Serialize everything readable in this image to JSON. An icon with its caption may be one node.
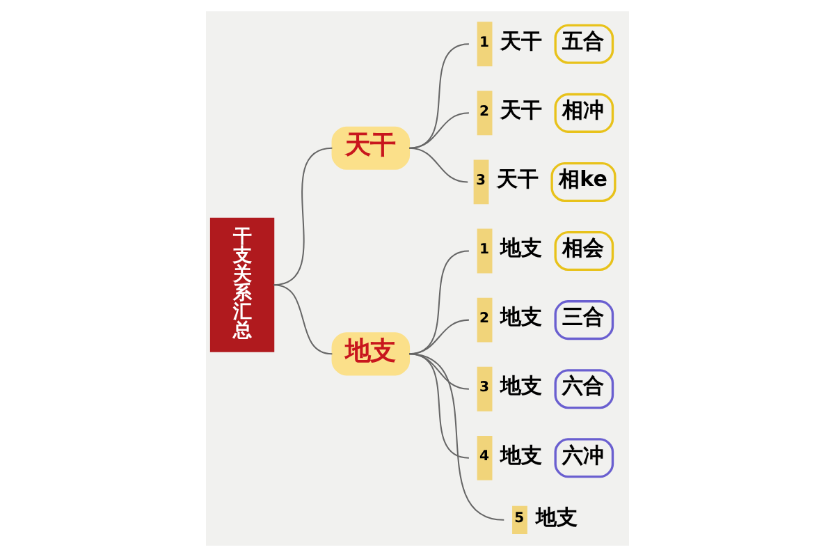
{
  "diagram": {
    "nodes": [
      {
        "text": [
          "干支关系汇总"
        ]
      },
      {
        "text": [
          "天干"
        ]
      },
      {
        "text": [
          "1",
          "天干",
          "五合"
        ]
      },
      {
        "text": [
          "2",
          "天干",
          "相冲"
        ]
      },
      {
        "text": [
          "3",
          "天干",
          "相ke"
        ]
      },
      {
        "text": [
          "地支"
        ]
      },
      {
        "text": [
          "1",
          "地支",
          "相会"
        ]
      },
      {
        "text": [
          "2",
          "地支",
          "三合"
        ]
      },
      {
        "text": [
          "3",
          "地支",
          "六合"
        ]
      },
      {
        "text": [
          "4",
          "地支",
          "六冲"
        ]
      },
      {
        "text": [
          "5",
          "地支"
        ]
      }
    ],
    "edges": [
      {
        "from": 0,
        "to": 1,
        "arrow": "none"
      },
      {
        "from": 0,
        "to": 5,
        "arrow": "none"
      },
      {
        "from": 1,
        "to": 2,
        "arrow": "none"
      },
      {
        "from": 1,
        "to": 3,
        "arrow": "none"
      },
      {
        "from": 1,
        "to": 4,
        "arrow": "none"
      },
      {
        "from": 5,
        "to": 6,
        "arrow": "none"
      },
      {
        "from": 5,
        "to": 7,
        "arrow": "none"
      },
      {
        "from": 5,
        "to": 8,
        "arrow": "none"
      },
      {
        "from": 5,
        "to": 9,
        "arrow": "none"
      },
      {
        "from": 5,
        "to": 10,
        "arrow": "none"
      }
    ]
  }
}
